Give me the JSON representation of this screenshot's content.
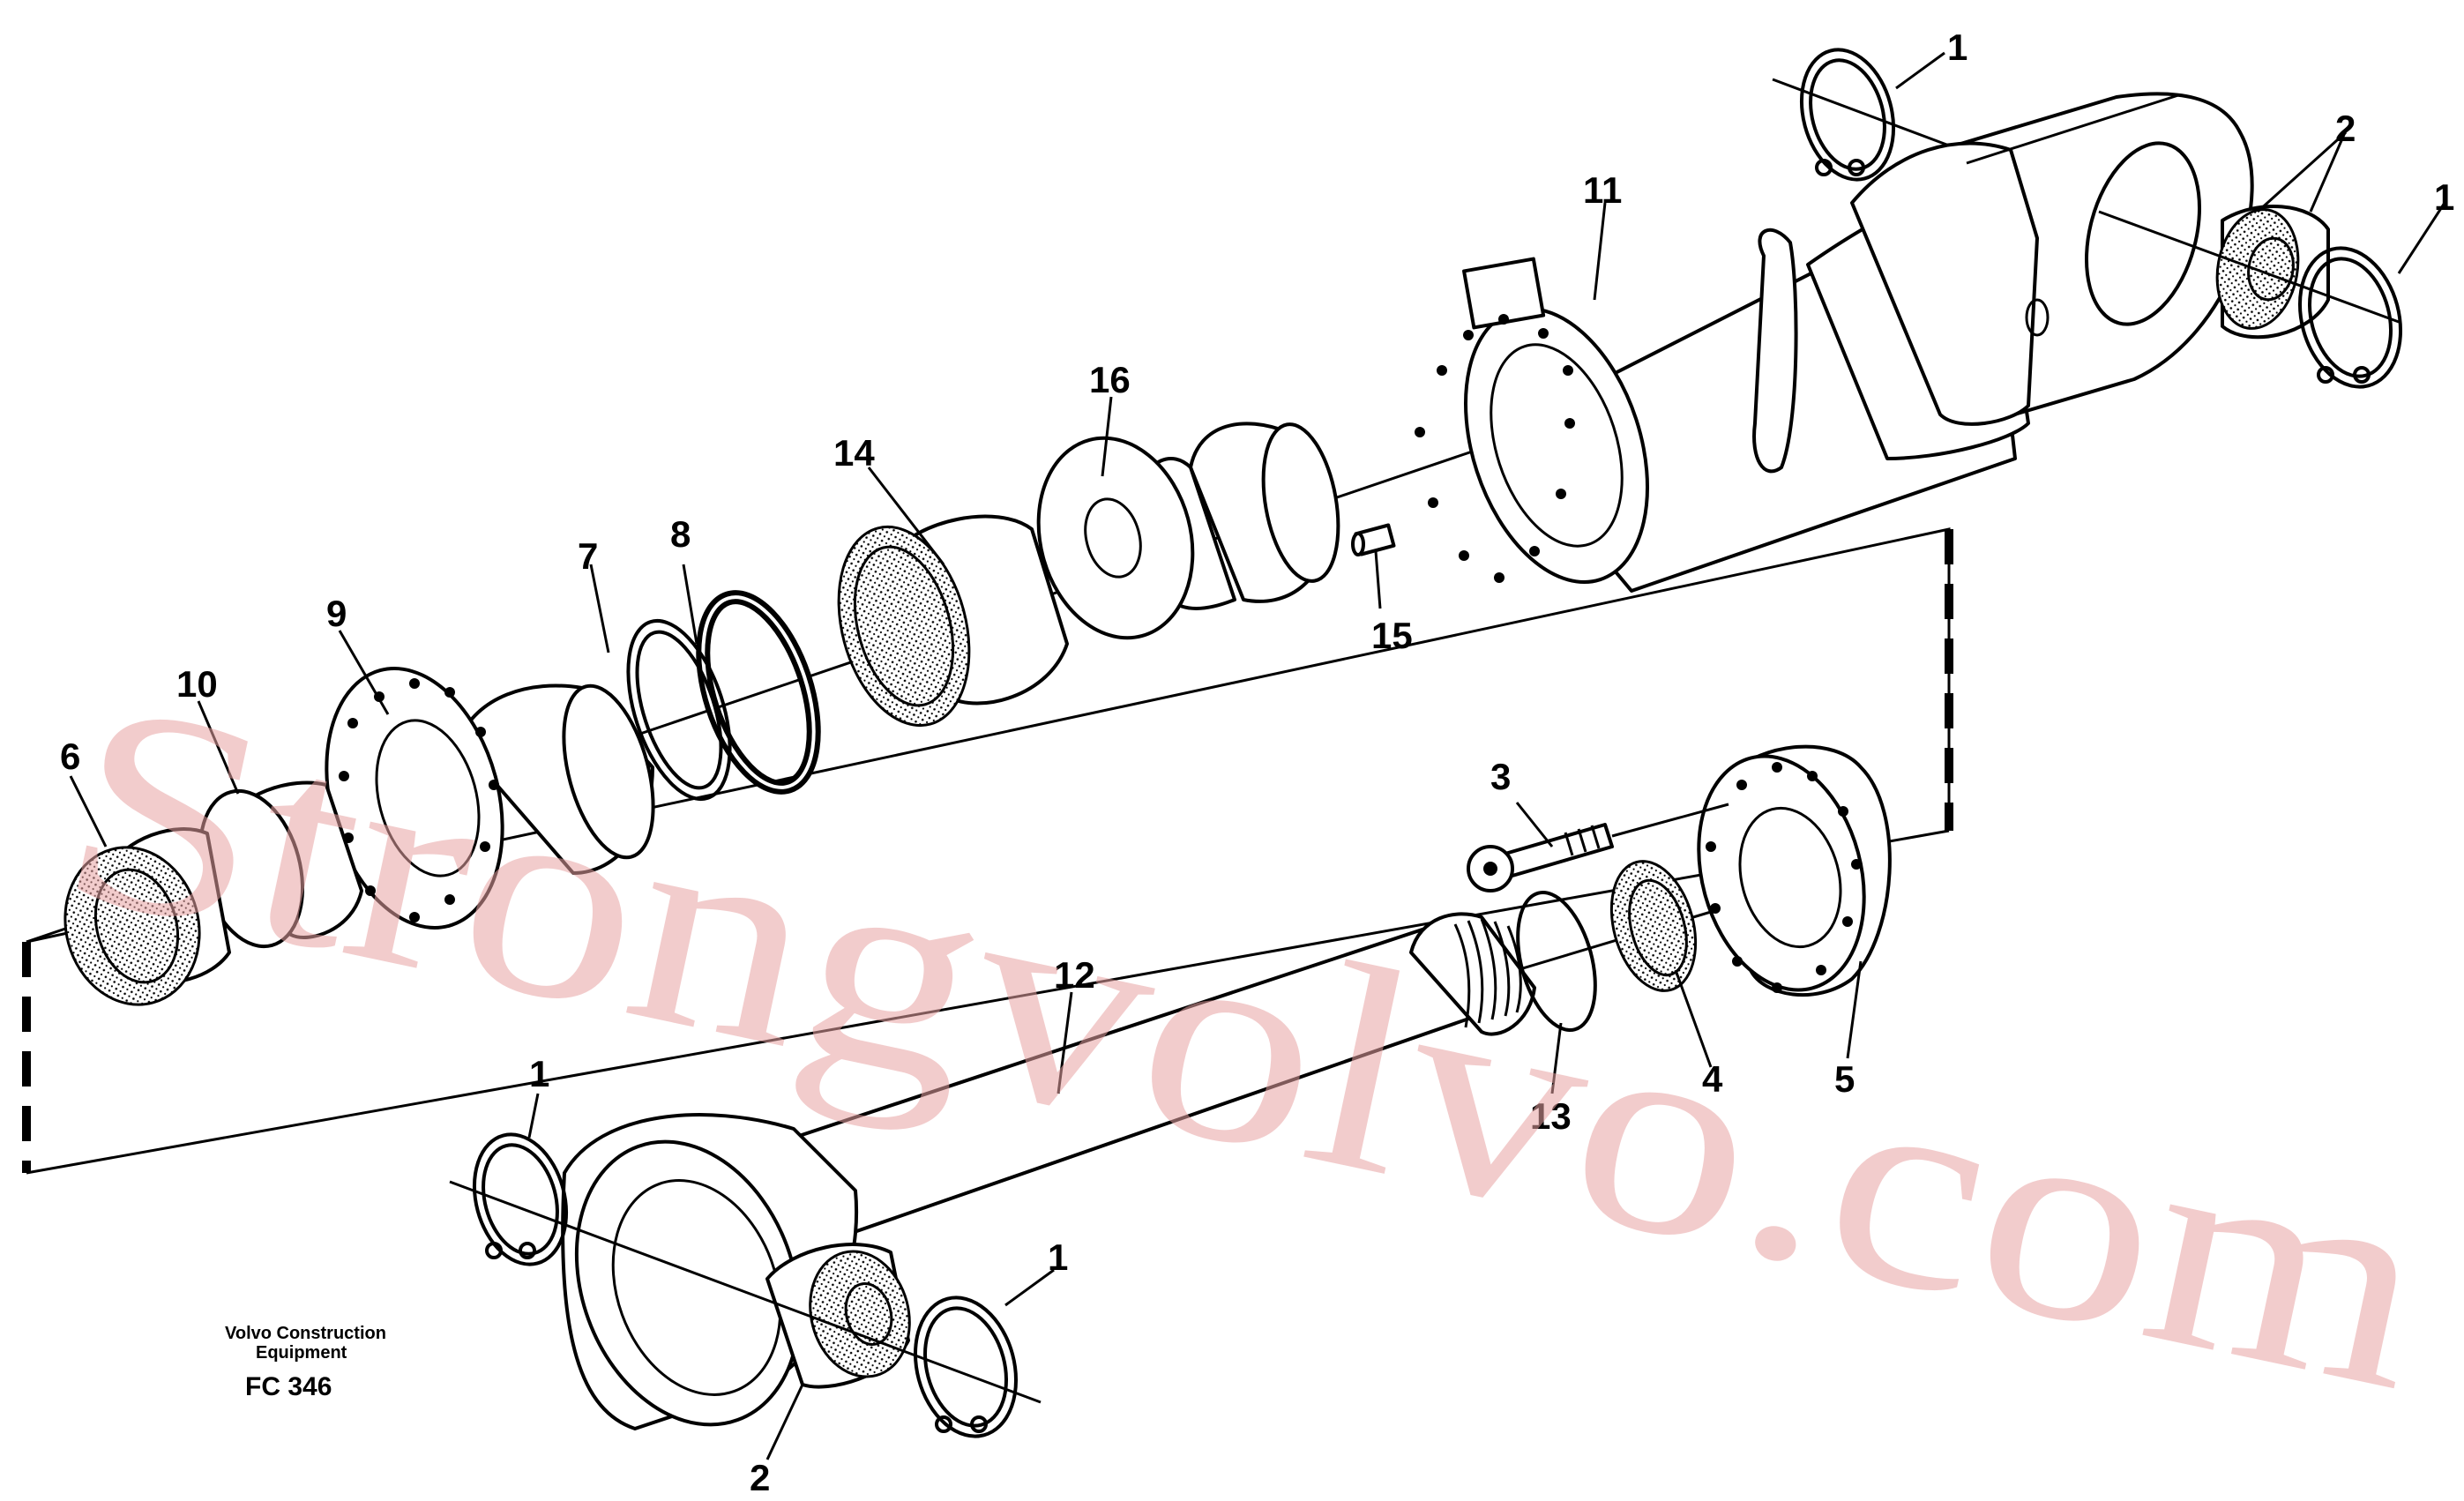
{
  "diagram": {
    "callouts": {
      "c1a": "1",
      "c1b": "1",
      "c1c": "1",
      "c1d": "1",
      "c2a": "2",
      "c2b": "2",
      "c3": "3",
      "c4": "4",
      "c5": "5",
      "c6": "6",
      "c7": "7",
      "c8": "8",
      "c9": "9",
      "c10": "10",
      "c11": "11",
      "c12": "12",
      "c13": "13",
      "c14": "14",
      "c15": "15",
      "c16": "16"
    },
    "watermark": "Strongvolvo.com",
    "caption_line1": "Volvo Construction",
    "caption_line2": "Equipment",
    "figure_code": "FC 346"
  }
}
